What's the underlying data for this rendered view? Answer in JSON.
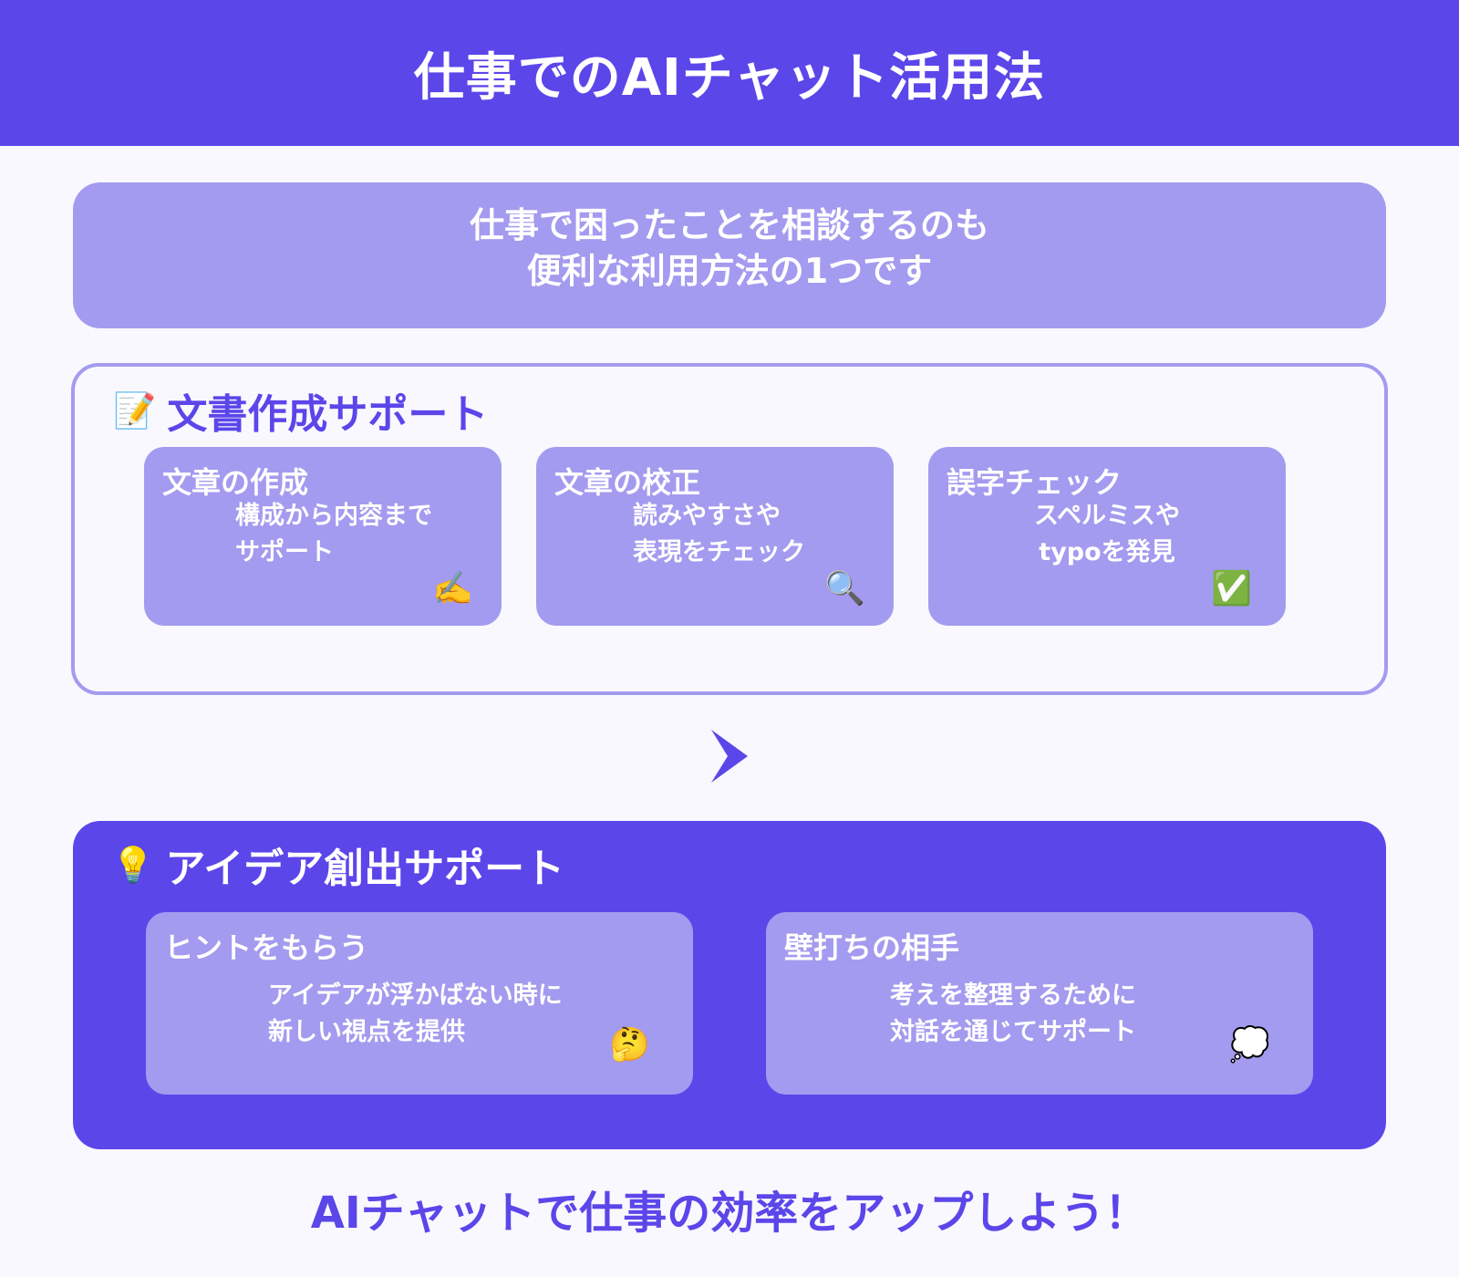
{
  "header": {
    "title": "仕事でのAIチャット活用法"
  },
  "intro": {
    "lines": [
      "仕事で困ったことを相談するのも",
      "便利な利用方法の1つです"
    ]
  },
  "sections": [
    {
      "icon": "📝",
      "icon_name": "memo-icon",
      "title": "文書作成サポート",
      "cards": [
        {
          "title": "文章の作成",
          "lines": [
            "構成から内容まで",
            "サポート"
          ],
          "emoji": "✍️",
          "emoji_name": "writing-hand-icon"
        },
        {
          "title": "文章の校正",
          "lines": [
            "読みやすさや",
            "表現をチェック"
          ],
          "emoji": "🔍",
          "emoji_name": "magnifier-icon"
        },
        {
          "title": "誤字チェック",
          "lines": [
            "スペルミスや",
            "typoを発見"
          ],
          "emoji": "✅",
          "emoji_name": "check-mark-icon"
        }
      ]
    },
    {
      "icon": "💡",
      "icon_name": "light-bulb-icon",
      "title": "アイデア創出サポート",
      "cards": [
        {
          "title": "ヒントをもらう",
          "lines": [
            "アイデアが浮かばない時に",
            "新しい視点を提供"
          ],
          "emoji": "🤔",
          "emoji_name": "thinking-face-icon"
        },
        {
          "title": "壁打ちの相手",
          "lines": [
            "考えを整理するために",
            "対話を通じてサポート"
          ],
          "emoji": "💭",
          "emoji_name": "thought-bubble-icon"
        }
      ]
    }
  ],
  "arrow": {
    "icon": "chevron-right-icon"
  },
  "footer": {
    "text": "AIチャットで仕事の効率をアップしよう！"
  },
  "colors": {
    "primary": "#5b46ea",
    "light": "#a39bef",
    "background": "#f8f8fe",
    "text_on_primary": "#ffffff"
  }
}
